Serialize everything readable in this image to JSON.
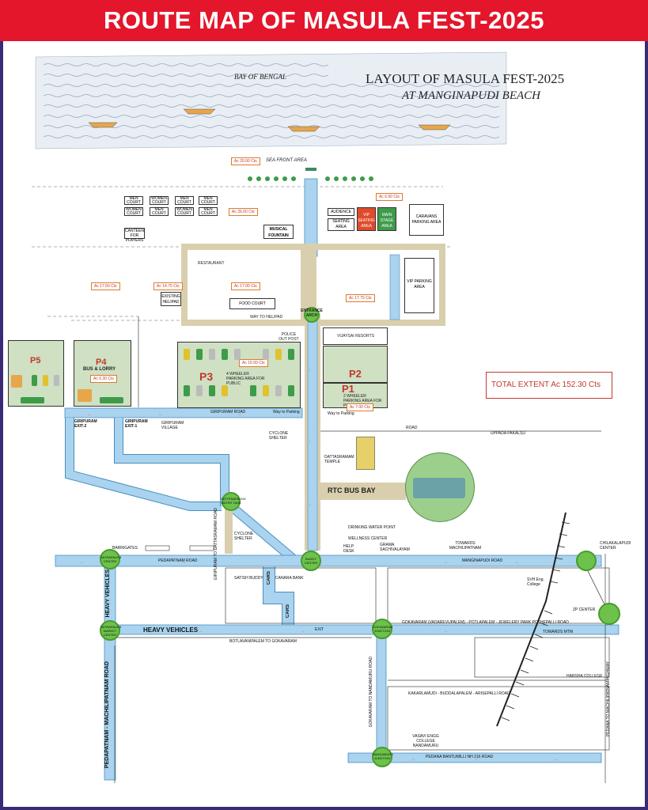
{
  "header": {
    "title": "ROUTE MAP OF MASULA FEST-2025"
  },
  "layout_title": {
    "line1": "LAYOUT OF MASULA FEST-2025",
    "line2": "AT MANGINAPUDI BEACH"
  },
  "sea": {
    "label": "BAY OF BENGAL",
    "front": "SEA FRONT AREA"
  },
  "areas": {
    "ac_20": "Ac 20.00 Cts",
    "ac_26": "Ac 26.00 Cts",
    "ac_650": "Ac 6.50 Cts",
    "ac_1750": "Ac 17.50 Cts",
    "ac_1475": "Ac 14.75 Cts",
    "ac_1700": "Ac 17.00 Cts",
    "ac_1775": "Ac 17.75 Cts",
    "ac_1500": "Ac 15.00 Cts",
    "ac_700": "Ac 7.00 Cts",
    "ac_630": "Ac 6.30 Cts"
  },
  "courts": [
    "MEN COURT",
    "WOMEN COURT",
    "MEN COURT",
    "MEN COURT",
    "WOMEN COURT",
    "MEN COURT",
    "WOMEN COURT",
    "MEN COURT"
  ],
  "venues": {
    "canteen": "CANTEEN FOR PLAYERS",
    "musical_fountain": "MUSICAL FOUNTAIN",
    "audience": "AUDIENCE",
    "seating": "SEATING AREA",
    "vip_seating": "VIP SEATING AREA",
    "main_stage": "MAIN STAGE AREA",
    "caravan": "CARAVANS PARKING AREA",
    "restaurant": "RESTAURANT",
    "food_court": "FOOD COURT",
    "helipad": "EXISTING HELIPAD",
    "vip_parking": "VIP PARKING AREA",
    "way_helipad": "WAY TO HELIPAD",
    "entrance": "ENTRANCE ARCH",
    "police": "POLICE OUT POST",
    "vijaysai": "VIJAYSAI RESORTS",
    "total": "TOTAL EXTENT Ac 152.30 Cts"
  },
  "parking": {
    "p1": "P1",
    "p1_desc": "2 WHEELER PARKING AREA FOR PUBLIC",
    "p2": "P2",
    "p3": "P3",
    "p3_desc": "4 WHEELER PARKING AREA FOR PUBLIC",
    "p4": "P4",
    "p4_desc": "BUS & LORRY",
    "p5": "P5"
  },
  "roads": {
    "giripuram": "GIRIPURAM ROAD",
    "way_parking1": "Way to Parking",
    "way_parking2": "Way to Parking",
    "road": "ROAD",
    "uppada": "UPPADA PAKALSU",
    "exit2": "GIRIPURAM EXIT-2",
    "exit1": "GIRIPURAM EXIT-1",
    "giripuram_village": "GIRIPURAM VILLAGE",
    "cyclone1": "CYCLONE SHELTER",
    "cyclone2": "CYCLONE SHELTER",
    "dattashramam": "DATTASRAMAM TEMPLE",
    "rtc": "RTC BUS BAY",
    "water": "DRINKING WATER POINT",
    "wellness": "WELLNESS CENTER",
    "help": "HELP DESK",
    "grama": "GRAMA SACHIVALAYAM",
    "towards_mach": "TOWARDS MACHILIPATNAM",
    "barrigates": "BARRIGATES",
    "pedapatnam_road": "PEDAPATNAM ROAD",
    "manginapudi_road": "MANGINAPUDI ROAD",
    "satish": "SATISH BUDDY",
    "canara": "CANARA BANK",
    "cars1": "CARS",
    "cars2": "CARS",
    "heavy1": "HEAVY VEHICLES",
    "heavy2": "HEAVY VEHICLES",
    "exit": "EXIT",
    "botlavani": "BOTLAVANIPALEM TO GOKAVARAM",
    "gokavaram_road": "GOKAVARAM (VADAREVUPALEM) - POTLAPALEM - JEWELERY PARK POTHEPALLI ROAD",
    "towards_mtm": "TOWARDS MTM",
    "kakarlamudi": "KAKARLAMUDI - BUDDALAPALEM - ARISEPALLI ROAD",
    "gokavaram_nandamuru": "GOKAVARAM TO NANDAMURU ROAD",
    "pedapatnam_mach": "PEDAPATNAM - MACHILIPATNAM ROAD",
    "pedana_nh": "PEDANA  BANTUMILLI NH 216 ROAD",
    "pedana_mach": "PEDANA TO MACHILIPATNAM HIGHWAY",
    "vasavi": "VASAVI ENGG COLLEGE NANDAMURU",
    "svh": "SVH Eng. College",
    "zp": "ZP CENTER",
    "harsha": "HARSHA COLLEGE",
    "chilakalapudi": "CHILAKALAPUDI CENTER",
    "gd_main": "GIRIPURAM TO DATTASRAMAM ROAD"
  },
  "junctions": {
    "sattenapalem": "SATTENAPALEM WATER TANK",
    "buddy": "BUDDY CENTER",
    "satrapalem": "SATRAPALEM CENTER",
    "satrapalem_market": "SATRAPALEM MARKET CENTER",
    "gokavaram": "GOKAVARAM JUNCTION",
    "nandamuru": "NANDAMURU JUNCTION"
  },
  "colors": {
    "banner": "#e3162b",
    "road": "#a9d3ee",
    "junction": "#6cc24a",
    "frame": "#3b2a78"
  }
}
